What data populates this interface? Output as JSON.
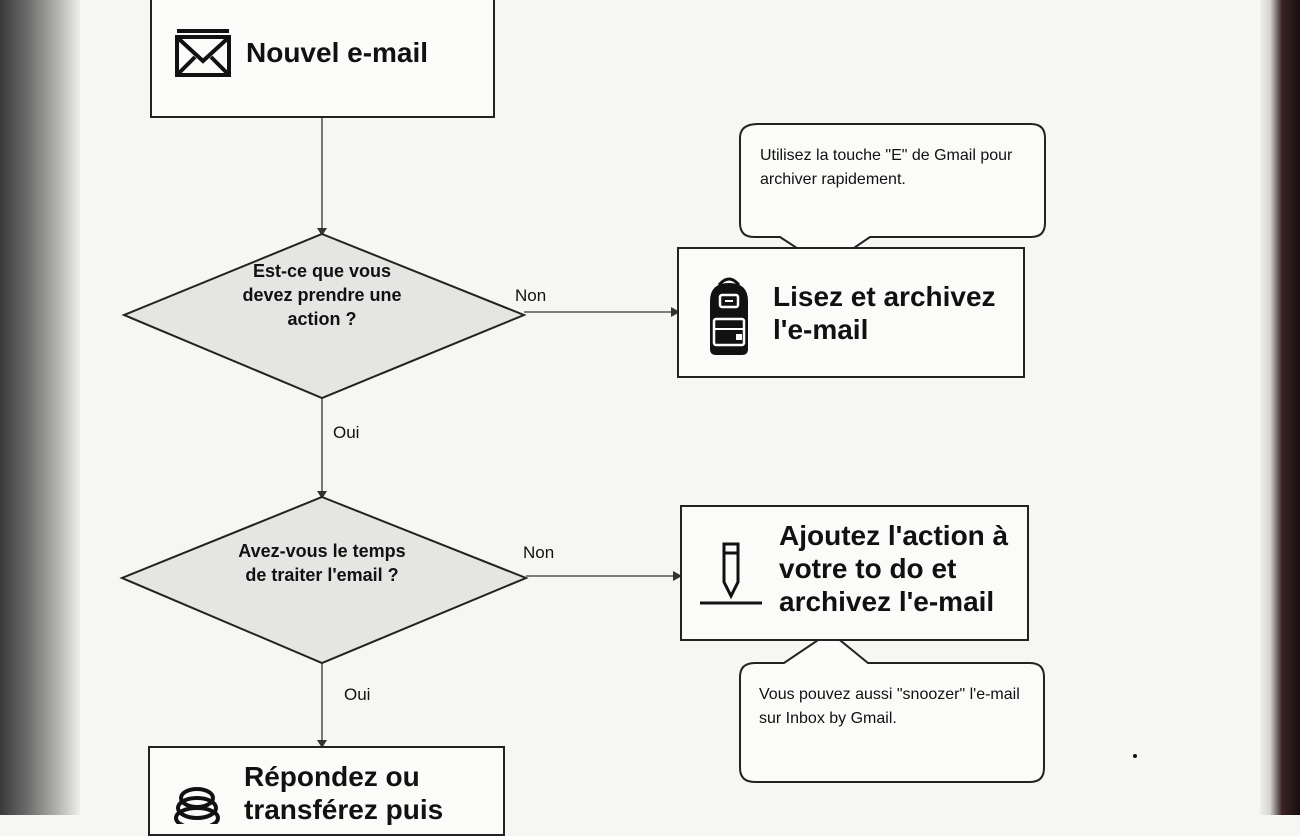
{
  "nodes": {
    "new_email": {
      "label": "Nouvel e-mail",
      "icon": "envelope-icon"
    },
    "read_archive": {
      "label": "Lisez et archivez l'e-mail",
      "icon": "backpack-icon"
    },
    "add_todo": {
      "label": "Ajoutez l'action à votre to do et archivez l'e-mail",
      "icon": "pencil-icon"
    },
    "reply": {
      "label": "Répondez ou transférez puis",
      "icon": "spring-icon"
    }
  },
  "decisions": {
    "action": {
      "label": "Est-ce que vous devez prendre une action ?"
    },
    "time": {
      "label": "Avez-vous le temps de traiter l'email ?"
    }
  },
  "edges": {
    "action_no": "Non",
    "action_yes": "Oui",
    "time_no": "Non",
    "time_yes": "Oui"
  },
  "callouts": {
    "archive_tip": "Utilisez la touche \"E\" de Gmail pour archiver rapidement.",
    "snooze_tip": "Vous pouvez aussi \"snoozer\" l'e-mail sur Inbox by Gmail."
  }
}
